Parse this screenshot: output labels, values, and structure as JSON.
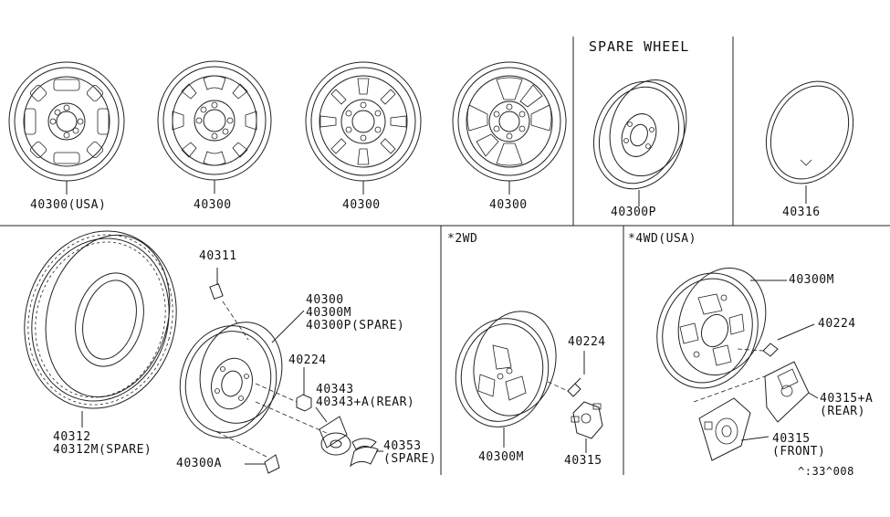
{
  "sections": {
    "spare_wheel_title": "SPARE WHEEL",
    "twowd_title": "*2WD",
    "fourwd_title": "*4WD(USA)"
  },
  "labels": {
    "wheel_usa": "40300(USA)",
    "wheel_2": "40300",
    "wheel_3": "40300",
    "wheel_4": "40300",
    "spare_wheel": "40300P",
    "rim_ring": "40316",
    "valve": "40311",
    "wheel_multi": "40300\n40300M\n40300P(SPARE)",
    "nut_main": "40224",
    "cap": "40343\n40343+A(REAR)",
    "tire": "40312\n40312M(SPARE)",
    "ornament": "40353\n(SPARE)",
    "balance_weight": "40300A",
    "twowd_nut": "40224",
    "twowd_wheel": "40300M",
    "twowd_plate": "40315",
    "fourwd_wheel": "40300M",
    "fourwd_nut": "40224",
    "fourwd_rear": "40315+A\n(REAR)",
    "fourwd_front": "40315\n(FRONT)",
    "diagram_code": "^:33^008"
  }
}
